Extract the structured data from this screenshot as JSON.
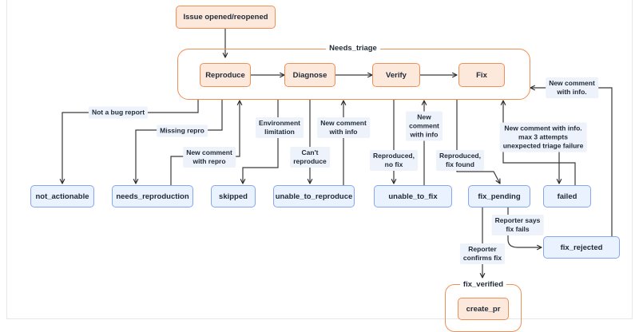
{
  "nodes": {
    "issue_opened": "Issue opened/reopened",
    "reproduce": "Reproduce",
    "diagnose": "Diagnose",
    "verify": "Verify",
    "fix": "Fix",
    "not_actionable": "not_actionable",
    "needs_reproduction": "needs_reproduction",
    "skipped": "skipped",
    "unable_to_reproduce": "unable_to_reproduce",
    "unable_to_fix": "unable_to_fix",
    "fix_pending": "fix_pending",
    "failed": "failed",
    "fix_rejected": "fix_rejected",
    "create_pr": "create_pr"
  },
  "groups": {
    "needs_triage": "Needs_triage",
    "fix_verified": "fix_verified"
  },
  "edge_labels": {
    "not_bug": "Not a bug report",
    "missing_repro": "Missing repro",
    "new_comment_repro": "New comment\nwith repro",
    "env_limitation": "Environment\nlimitation",
    "cant_reproduce": "Can't\nreproduce",
    "new_comment_info_1": "New comment\nwith info",
    "reproduced_no_fix": "Reproduced,\nno fix",
    "new_comment_info_2": "New\ncomment\nwith info",
    "reproduced_fix_found": "Reproduced,\nfix found",
    "new_comment_info_failed": "New comment with info.\nmax 3 attempts\nunexpected triage failure",
    "new_comment_info_rejected": "New comment\nwith info.",
    "reporter_fix_fails": "Reporter says\nfix fails",
    "reporter_confirms": "Reporter\nconfirms fix"
  }
}
